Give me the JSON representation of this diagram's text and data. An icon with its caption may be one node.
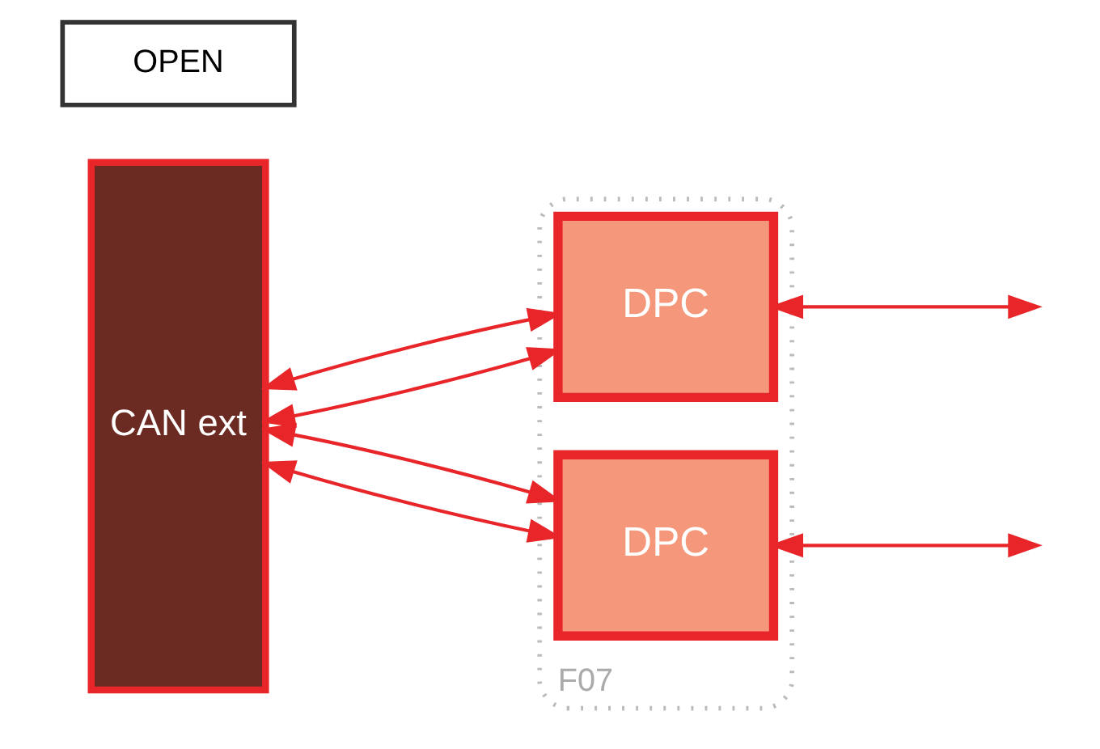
{
  "diagram": {
    "nodes": [
      {
        "text": [
          "CAN ext"
        ]
      },
      {
        "text": [
          "F07"
        ]
      },
      {
        "text": [
          "DPC"
        ],
        "in": 1
      },
      {
        "text": [
          "DPC"
        ],
        "in": 1
      },
      {
        "text": [
          "OPEN"
        ]
      }
    ],
    "edges": [
      {
        "from": 0,
        "to": 2,
        "arrow": "both"
      },
      {
        "from": 0,
        "to": 2,
        "arrow": "both"
      },
      {
        "from": 0,
        "to": 3,
        "arrow": "both"
      },
      {
        "from": 0,
        "to": 3,
        "arrow": "both"
      },
      {
        "from": 2,
        "to": null,
        "arrow": "both"
      },
      {
        "from": 3,
        "to": null,
        "arrow": "both"
      }
    ]
  }
}
